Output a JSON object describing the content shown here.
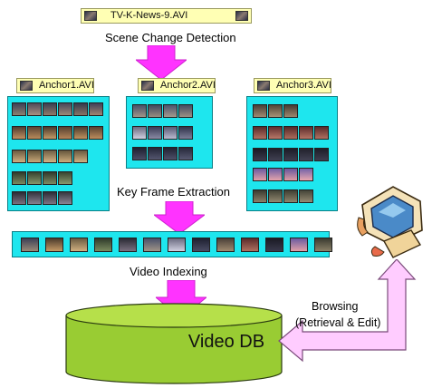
{
  "source_file": "TV-K-News-9.AVI",
  "steps": {
    "scene_change": "Scene Change Detection",
    "key_frame": "Key Frame Extraction",
    "indexing": "Video Indexing"
  },
  "clips": [
    {
      "label": "Anchor1.AVI"
    },
    {
      "label": "Anchor2.AVI"
    },
    {
      "label": "Anchor3.AVI"
    }
  ],
  "database": "Video DB",
  "browsing": {
    "line1": "Browsing",
    "line2": "(Retrieval & Edit)"
  },
  "colors": {
    "arrow": "#ff33ff",
    "panel": "#1ee6ee",
    "database": "#99cc33",
    "browse_arrow": "#ffccff",
    "label_bg": "#ffffb4"
  }
}
